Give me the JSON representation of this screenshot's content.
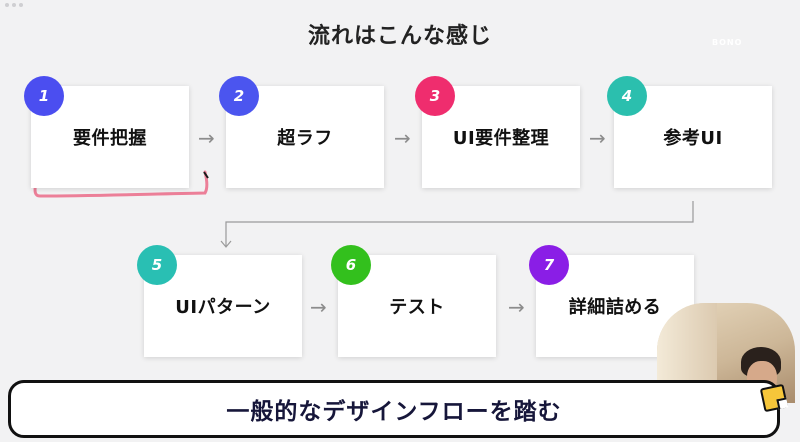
{
  "slide": {
    "title": "流れはこんな感じ",
    "brand": "BONO"
  },
  "steps": [
    {
      "number": "1",
      "label": "要件把握",
      "color": "#4b4ef0"
    },
    {
      "number": "2",
      "label": "超ラフ",
      "color": "#4b55ef"
    },
    {
      "number": "3",
      "label": "UI要件整理",
      "color": "#ef2d6e"
    },
    {
      "number": "4",
      "label": "参考UI",
      "color": "#2bbfae"
    },
    {
      "number": "5",
      "label": "UIパターン",
      "color": "#29bfb3"
    },
    {
      "number": "6",
      "label": "テスト",
      "color": "#33c01d"
    },
    {
      "number": "7",
      "label": "詳細詰める",
      "color": "#8a1ee6"
    }
  ],
  "arrow_glyph": "→",
  "subtitle": "一般的なデザインフローを踏む",
  "annotation_color": "#ec7f98"
}
